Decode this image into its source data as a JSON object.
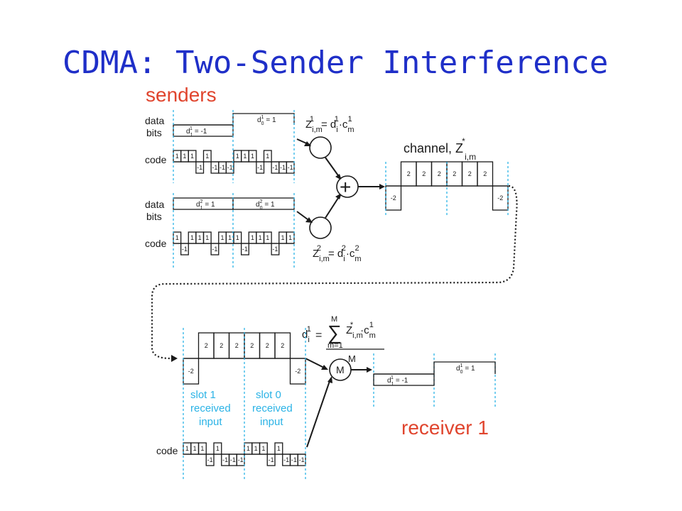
{
  "title": "CDMA: Two-Sender Interference",
  "senders_label": "senders",
  "receiver_label": "receiver 1",
  "sender1": {
    "data_label_1": "data",
    "data_label_2": "bits",
    "code_label": "code",
    "bit_slot1": "d",
    "bit_slot1_sup": "1",
    "bit_slot1_sub": "1",
    "bit_slot1_value": "= -1",
    "bit_slot0": "d",
    "bit_slot0_sup": "1",
    "bit_slot0_sub": "0",
    "bit_slot0_value": "= 1",
    "code_chips": [
      "1",
      "1",
      "1",
      "-1",
      "1",
      "-1",
      "-1",
      "-1"
    ],
    "formula": "Z",
    "formula_sup": "1",
    "formula_sub": "i,m",
    "formula_rhs": "= d",
    "formula_rhs_sup": "1",
    "formula_rhs_sub": "i",
    "formula_rhs2": "·c",
    "formula_rhs2_sup": "1",
    "formula_rhs2_sub": "m"
  },
  "sender2": {
    "data_label_1": "data",
    "data_label_2": "bits",
    "code_label": "code",
    "bit_slot1": "d",
    "bit_slot1_sup": "2",
    "bit_slot1_sub": "1",
    "bit_slot1_value": "= 1",
    "bit_slot0": "d",
    "bit_slot0_sup": "2",
    "bit_slot0_sub": "0",
    "bit_slot0_value": "= 1",
    "code_chips": [
      "1",
      "-1",
      "1",
      "1",
      "1",
      "-1",
      "1",
      "1"
    ],
    "formula": "Z",
    "formula_sup": "2",
    "formula_sub": "i,m",
    "formula_rhs": "= d",
    "formula_rhs_sup": "2",
    "formula_rhs_sub": "i",
    "formula_rhs2": "·c",
    "formula_rhs2_sup": "2",
    "formula_rhs2_sub": "m"
  },
  "channel": {
    "label": "channel, Z",
    "label_sup": "*",
    "label_sub": "i,m",
    "values": [
      "-2",
      "2",
      "2",
      "2",
      "2",
      "2",
      "2",
      "-2"
    ],
    "plus_symbol": "+"
  },
  "receiver": {
    "code_label": "code",
    "slot1_label": [
      "slot 1",
      "received",
      "input"
    ],
    "slot0_label": [
      "slot 0",
      "received",
      "input"
    ],
    "received_values": [
      "-2",
      "2",
      "2",
      "2",
      "2",
      "2",
      "2",
      "-2"
    ],
    "code_chips": [
      "1",
      "1",
      "1",
      "-1",
      "1",
      "-1",
      "-1",
      "-1"
    ],
    "decode_lhs": "d",
    "decode_lhs_sup": "1",
    "decode_lhs_sub": "i",
    "decode_eq": "=",
    "decode_sum_top": "M",
    "decode_sum_symbol": "∑",
    "decode_sum_bottom": "m=1",
    "decode_term": "Z",
    "decode_term_sup": "*",
    "decode_term_sub": "i,m",
    "decode_term2": "·c",
    "decode_term2_sup": "1",
    "decode_term2_sub": "m",
    "decode_denominator": "M",
    "circle_label": "M",
    "out_slot1": "d",
    "out_slot1_sup": "1",
    "out_slot1_sub": "1",
    "out_slot1_value": "= -1",
    "out_slot0": "d",
    "out_slot0_sup": "1",
    "out_slot0_sub": "0",
    "out_slot0_value": "= 1"
  },
  "colors": {
    "title": "#1f2fc8",
    "accent_red": "#e0452e",
    "accent_cyan": "#2bb3e6"
  }
}
